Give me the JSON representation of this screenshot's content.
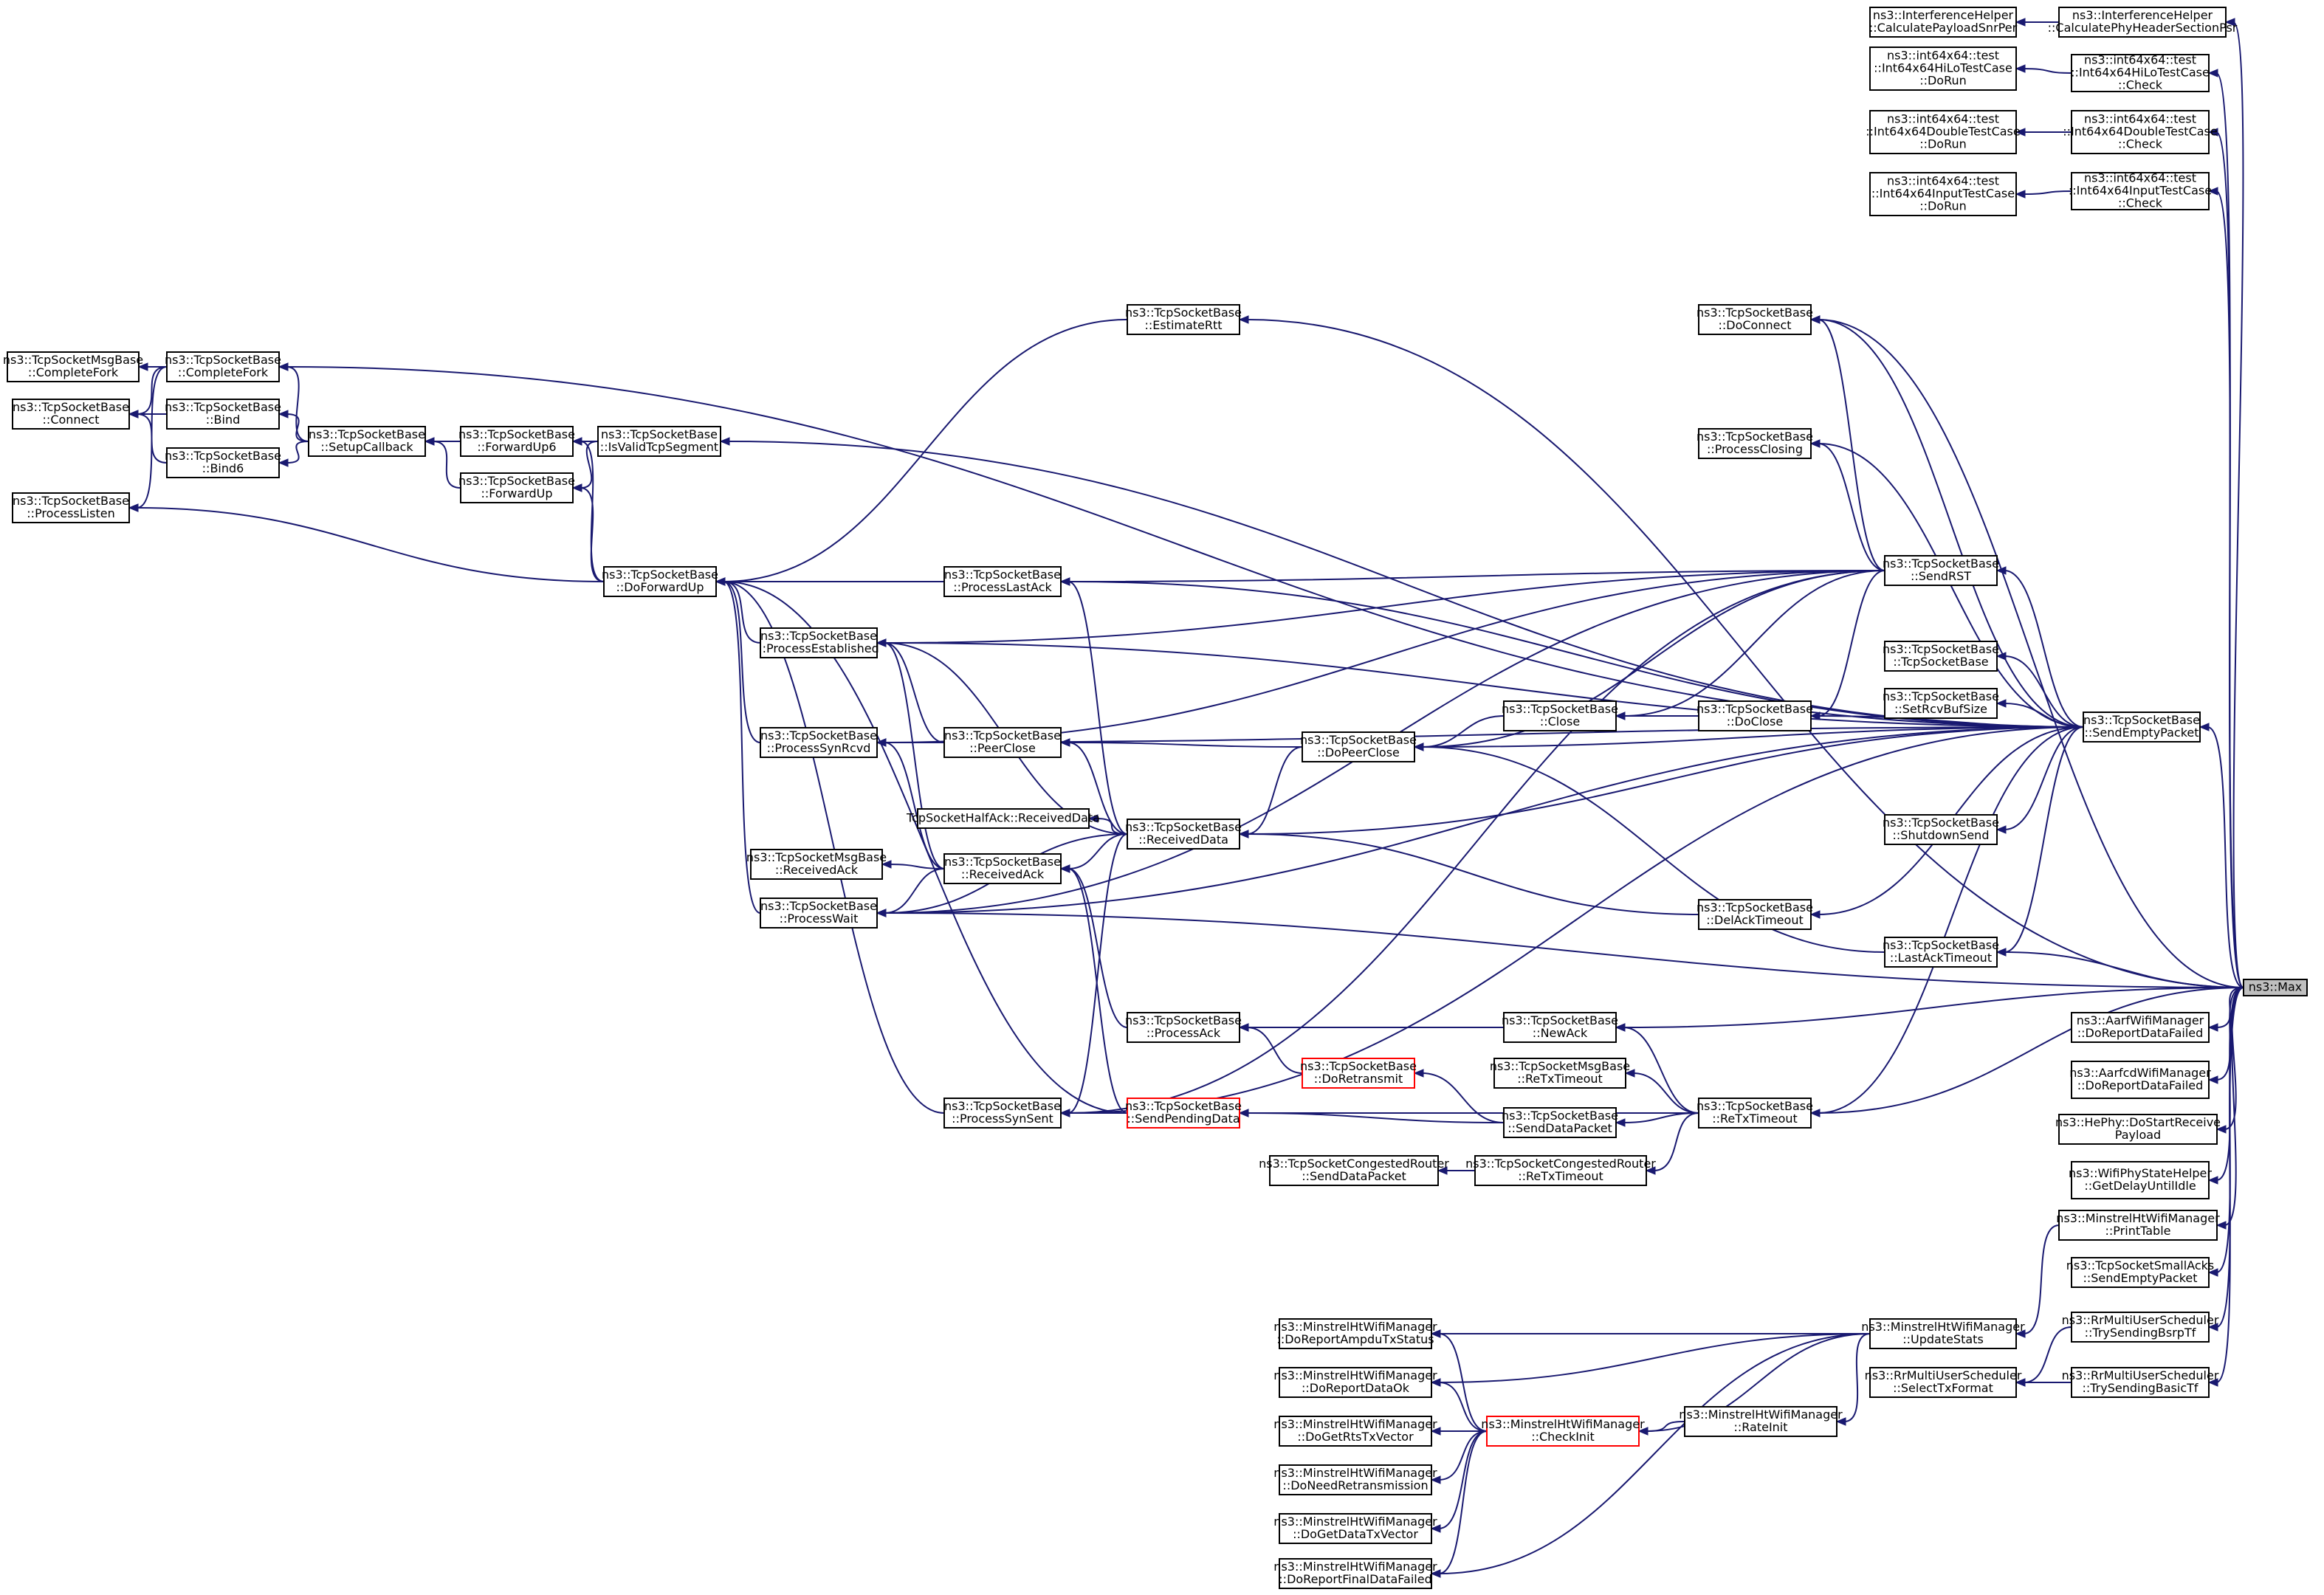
{
  "graph": {
    "colors": {
      "edge": "#191970",
      "node_border": "#000000",
      "highlight_border": "#ff0000",
      "highlight_fill": "#bfbfbf",
      "background": "#ffffff"
    },
    "nodes": [
      {
        "id": "max",
        "lines": [
          "ns3::Max"
        ]
      },
      {
        "id": "ih_payload",
        "lines": [
          "ns3::InterferenceHelper",
          "::CalculatePayloadSnrPer"
        ]
      },
      {
        "id": "ih_phy",
        "lines": [
          "ns3::InterferenceHelper",
          "::CalculatePhyHeaderSectionPsr"
        ]
      },
      {
        "id": "hilo_dorun",
        "lines": [
          "ns3::int64x64::test",
          "::Int64x64HiLoTestCase",
          "::DoRun"
        ]
      },
      {
        "id": "hilo_check",
        "lines": [
          "ns3::int64x64::test",
          "::Int64x64HiLoTestCase",
          "::Check"
        ]
      },
      {
        "id": "dbl_dorun",
        "lines": [
          "ns3::int64x64::test",
          "::Int64x64DoubleTestCase",
          "::DoRun"
        ]
      },
      {
        "id": "dbl_check",
        "lines": [
          "ns3::int64x64::test",
          "::Int64x64DoubleTestCase",
          "::Check"
        ]
      },
      {
        "id": "inp_dorun",
        "lines": [
          "ns3::int64x64::test",
          "::Int64x64InputTestCase",
          "::DoRun"
        ]
      },
      {
        "id": "inp_check",
        "lines": [
          "ns3::int64x64::test",
          "::Int64x64InputTestCase",
          "::Check"
        ]
      },
      {
        "id": "estimate_rtt",
        "lines": [
          "ns3::TcpSocketBase",
          "::EstimateRtt"
        ]
      },
      {
        "id": "do_connect",
        "lines": [
          "ns3::TcpSocketBase",
          "::DoConnect"
        ]
      },
      {
        "id": "msg_completefork",
        "lines": [
          "ns3::TcpSocketMsgBase",
          "::CompleteFork"
        ]
      },
      {
        "id": "completefork",
        "lines": [
          "ns3::TcpSocketBase",
          "::CompleteFork"
        ]
      },
      {
        "id": "connect",
        "lines": [
          "ns3::TcpSocketBase",
          "::Connect"
        ]
      },
      {
        "id": "bind",
        "lines": [
          "ns3::TcpSocketBase",
          "::Bind"
        ]
      },
      {
        "id": "bind6",
        "lines": [
          "ns3::TcpSocketBase",
          "::Bind6"
        ]
      },
      {
        "id": "setup_callback",
        "lines": [
          "ns3::TcpSocketBase",
          "::SetupCallback"
        ]
      },
      {
        "id": "forward_up6",
        "lines": [
          "ns3::TcpSocketBase",
          "::ForwardUp6"
        ]
      },
      {
        "id": "forward_up",
        "lines": [
          "ns3::TcpSocketBase",
          "::ForwardUp"
        ]
      },
      {
        "id": "is_valid",
        "lines": [
          "ns3::TcpSocketBase",
          "::IsValidTcpSegment"
        ]
      },
      {
        "id": "process_closing",
        "lines": [
          "ns3::TcpSocketBase",
          "::ProcessClosing"
        ]
      },
      {
        "id": "process_listen",
        "lines": [
          "ns3::TcpSocketBase",
          "::ProcessListen"
        ]
      },
      {
        "id": "do_forward_up",
        "lines": [
          "ns3::TcpSocketBase",
          "::DoForwardUp"
        ]
      },
      {
        "id": "process_last_ack",
        "lines": [
          "ns3::TcpSocketBase",
          "::ProcessLastAck"
        ]
      },
      {
        "id": "send_rst",
        "lines": [
          "ns3::TcpSocketBase",
          "::SendRST"
        ]
      },
      {
        "id": "process_established",
        "lines": [
          "ns3::TcpSocketBase",
          "::ProcessEstablished"
        ]
      },
      {
        "id": "tcp_ctor",
        "lines": [
          "ns3::TcpSocketBase",
          "::TcpSocketBase"
        ]
      },
      {
        "id": "set_rcvbuf",
        "lines": [
          "ns3::TcpSocketBase",
          "::SetRcvBufSize"
        ]
      },
      {
        "id": "close",
        "lines": [
          "ns3::TcpSocketBase",
          "::Close"
        ]
      },
      {
        "id": "do_close",
        "lines": [
          "ns3::TcpSocketBase",
          "::DoClose"
        ]
      },
      {
        "id": "send_empty",
        "lines": [
          "ns3::TcpSocketBase",
          "::SendEmptyPacket"
        ]
      },
      {
        "id": "process_syn_rcvd",
        "lines": [
          "ns3::TcpSocketBase",
          "::ProcessSynRcvd"
        ]
      },
      {
        "id": "peer_close",
        "lines": [
          "ns3::TcpSocketBase",
          "::PeerClose"
        ]
      },
      {
        "id": "do_peer_close",
        "lines": [
          "ns3::TcpSocketBase",
          "::DoPeerClose"
        ]
      },
      {
        "id": "halfack_received",
        "lines": [
          "TcpSocketHalfAck::ReceivedData"
        ]
      },
      {
        "id": "received_data",
        "lines": [
          "ns3::TcpSocketBase",
          "::ReceivedData"
        ]
      },
      {
        "id": "shutdown_send",
        "lines": [
          "ns3::TcpSocketBase",
          "::ShutdownSend"
        ]
      },
      {
        "id": "msg_received_ack",
        "lines": [
          "ns3::TcpSocketMsgBase",
          "::ReceivedAck"
        ]
      },
      {
        "id": "received_ack",
        "lines": [
          "ns3::TcpSocketBase",
          "::ReceivedAck"
        ]
      },
      {
        "id": "process_wait",
        "lines": [
          "ns3::TcpSocketBase",
          "::ProcessWait"
        ]
      },
      {
        "id": "delack_timeout",
        "lines": [
          "ns3::TcpSocketBase",
          "::DelAckTimeout"
        ]
      },
      {
        "id": "lastack_timeout",
        "lines": [
          "ns3::TcpSocketBase",
          "::LastAckTimeout"
        ]
      },
      {
        "id": "process_ack",
        "lines": [
          "ns3::TcpSocketBase",
          "::ProcessAck"
        ]
      },
      {
        "id": "new_ack",
        "lines": [
          "ns3::TcpSocketBase",
          "::NewAck"
        ]
      },
      {
        "id": "aarf_report",
        "lines": [
          "ns3::AarfWifiManager",
          "::DoReportDataFailed"
        ]
      },
      {
        "id": "do_retransmit",
        "lines": [
          "ns3::TcpSocketBase",
          "::DoRetransmit"
        ]
      },
      {
        "id": "msg_retx",
        "lines": [
          "ns3::TcpSocketMsgBase",
          "::ReTxTimeout"
        ]
      },
      {
        "id": "retx_timeout",
        "lines": [
          "ns3::TcpSocketBase",
          "::ReTxTimeout"
        ]
      },
      {
        "id": "aarfcd_report",
        "lines": [
          "ns3::AarfcdWifiManager",
          "::DoReportDataFailed"
        ]
      },
      {
        "id": "process_syn_sent",
        "lines": [
          "ns3::TcpSocketBase",
          "::ProcessSynSent"
        ]
      },
      {
        "id": "send_pending",
        "lines": [
          "ns3::TcpSocketBase",
          "::SendPendingData"
        ]
      },
      {
        "id": "send_data_packet",
        "lines": [
          "ns3::TcpSocketBase",
          "::SendDataPacket"
        ]
      },
      {
        "id": "hephy",
        "lines": [
          "ns3::HePhy::DoStartReceive",
          "Payload"
        ]
      },
      {
        "id": "cong_send",
        "lines": [
          "ns3::TcpSocketCongestedRouter",
          "::SendDataPacket"
        ]
      },
      {
        "id": "cong_retx",
        "lines": [
          "ns3::TcpSocketCongestedRouter",
          "::ReTxTimeout"
        ]
      },
      {
        "id": "wifi_delay",
        "lines": [
          "ns3::WifiPhyStateHelper",
          "::GetDelayUntilIdle"
        ]
      },
      {
        "id": "print_table",
        "lines": [
          "ns3::MinstrelHtWifiManager",
          "::PrintTable"
        ]
      },
      {
        "id": "small_acks",
        "lines": [
          "ns3::TcpSocketSmallAcks",
          "::SendEmptyPacket"
        ]
      },
      {
        "id": "ampdu_tx",
        "lines": [
          "ns3::MinstrelHtWifiManager",
          "::DoReportAmpduTxStatus"
        ]
      },
      {
        "id": "update_stats",
        "lines": [
          "ns3::MinstrelHtWifiManager",
          "::UpdateStats"
        ]
      },
      {
        "id": "bsrp",
        "lines": [
          "ns3::RrMultiUserScheduler",
          "::TrySendingBsrpTf"
        ]
      },
      {
        "id": "report_ok",
        "lines": [
          "ns3::MinstrelHtWifiManager",
          "::DoReportDataOk"
        ]
      },
      {
        "id": "select_tx",
        "lines": [
          "ns3::RrMultiUserScheduler",
          "::SelectTxFormat"
        ]
      },
      {
        "id": "basic_tf",
        "lines": [
          "ns3::RrMultiUserScheduler",
          "::TrySendingBasicTf"
        ]
      },
      {
        "id": "rts_tx",
        "lines": [
          "ns3::MinstrelHtWifiManager",
          "::DoGetRtsTxVector"
        ]
      },
      {
        "id": "check_init",
        "lines": [
          "ns3::MinstrelHtWifiManager",
          "::CheckInit"
        ]
      },
      {
        "id": "rate_init",
        "lines": [
          "ns3::MinstrelHtWifiManager",
          "::RateInit"
        ]
      },
      {
        "id": "need_retx",
        "lines": [
          "ns3::MinstrelHtWifiManager",
          "::DoNeedRetransmission"
        ]
      },
      {
        "id": "data_tx",
        "lines": [
          "ns3::MinstrelHtWifiManager",
          "::DoGetDataTxVector"
        ]
      },
      {
        "id": "final_failed",
        "lines": [
          "ns3::MinstrelHtWifiManager",
          "::DoReportFinalDataFailed"
        ]
      }
    ]
  }
}
